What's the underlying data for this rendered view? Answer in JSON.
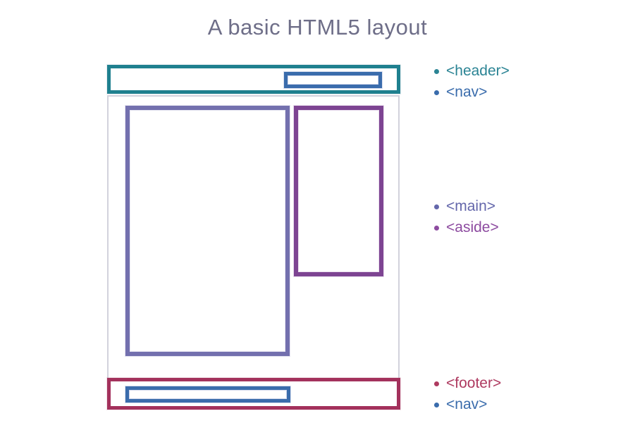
{
  "title": "A basic HTML5 layout",
  "colors": {
    "title_text": "#6e6e88",
    "header": "#1f808f",
    "nav": "#3a6cac",
    "main": "#7370ae",
    "aside": "#7d4492",
    "footer": "#a3315c",
    "container_border": "#d2d2dc"
  },
  "diagram": {
    "boxes": [
      {
        "role": "header",
        "color_key": "header"
      },
      {
        "role": "nav-inside-header",
        "color_key": "nav"
      },
      {
        "role": "content-container",
        "color_key": "container_border"
      },
      {
        "role": "main",
        "color_key": "main"
      },
      {
        "role": "aside",
        "color_key": "aside"
      },
      {
        "role": "footer",
        "color_key": "footer"
      },
      {
        "role": "nav-inside-footer",
        "color_key": "nav"
      }
    ]
  },
  "legend": {
    "groups": [
      {
        "items": [
          {
            "label": "<header>",
            "color": "#2b8494"
          },
          {
            "label": "<nav>",
            "color": "#3a6cac"
          }
        ]
      },
      {
        "items": [
          {
            "label": "<main>",
            "color": "#6467ab"
          },
          {
            "label": "<aside>",
            "color": "#8d4ba0"
          }
        ]
      },
      {
        "items": [
          {
            "label": "<footer>",
            "color": "#ae3a60"
          },
          {
            "label": "<nav>",
            "color": "#3a6cac"
          }
        ]
      }
    ]
  }
}
